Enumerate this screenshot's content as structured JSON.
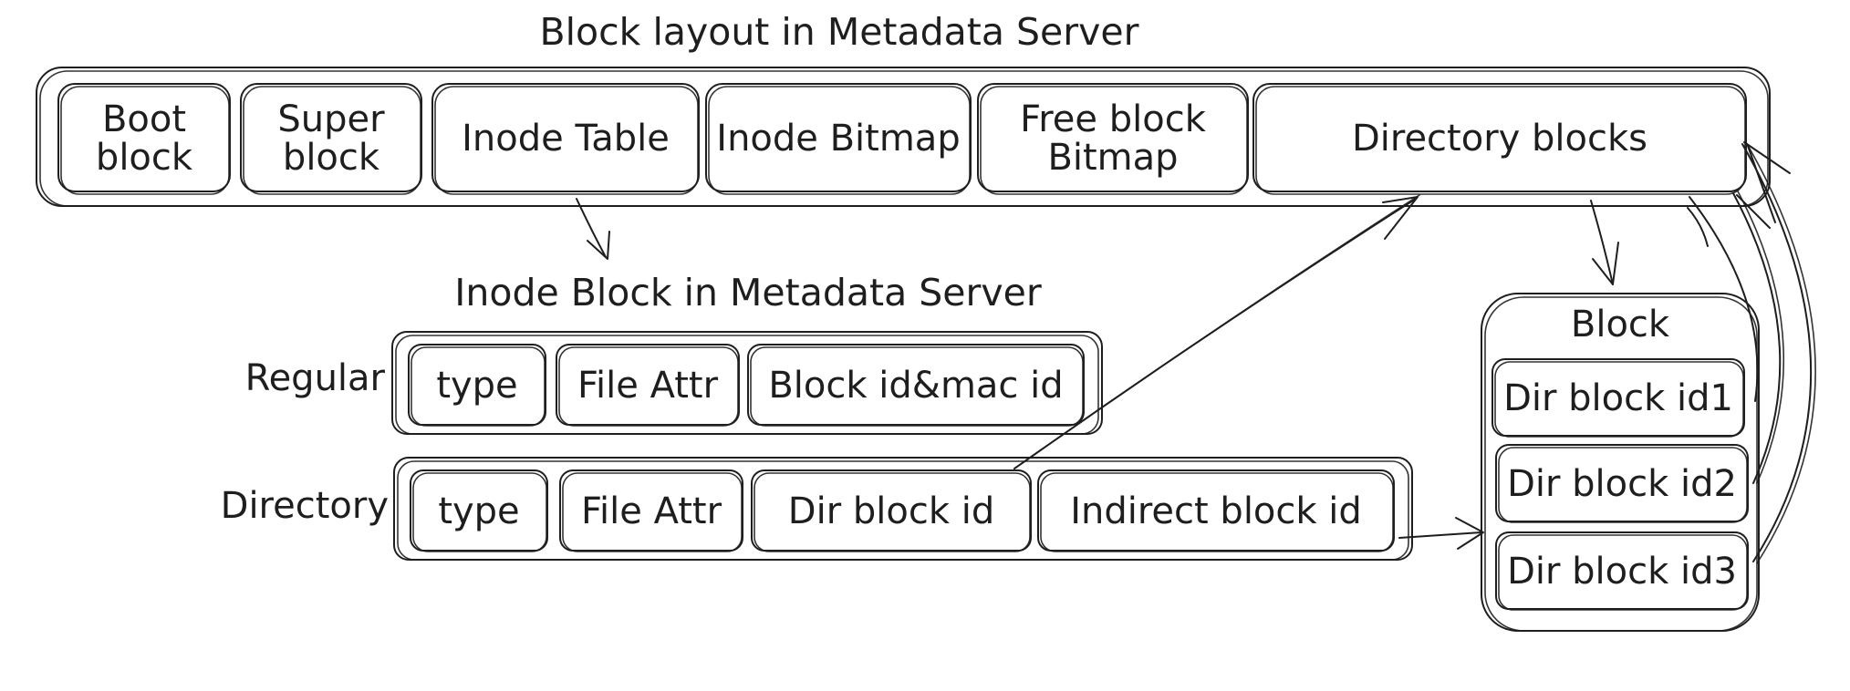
{
  "layout_title": "Block layout in Metadata Server",
  "layout_blocks": [
    "Boot\nblock",
    "Super\nblock",
    "Inode Table",
    "Inode Bitmap",
    "Free block\nBitmap",
    "Directory blocks"
  ],
  "inode_title": "Inode Block in Metadata Server",
  "regular": {
    "label": "Regular",
    "cells": [
      "type",
      "File Attr",
      "Block id&mac id"
    ]
  },
  "directory": {
    "label": "Directory",
    "cells": [
      "type",
      "File Attr",
      "Dir block id",
      "Indirect block id"
    ]
  },
  "block_box": {
    "title": "Block",
    "items": [
      "Dir block id1",
      "Dir block id2",
      "Dir block id3"
    ]
  }
}
